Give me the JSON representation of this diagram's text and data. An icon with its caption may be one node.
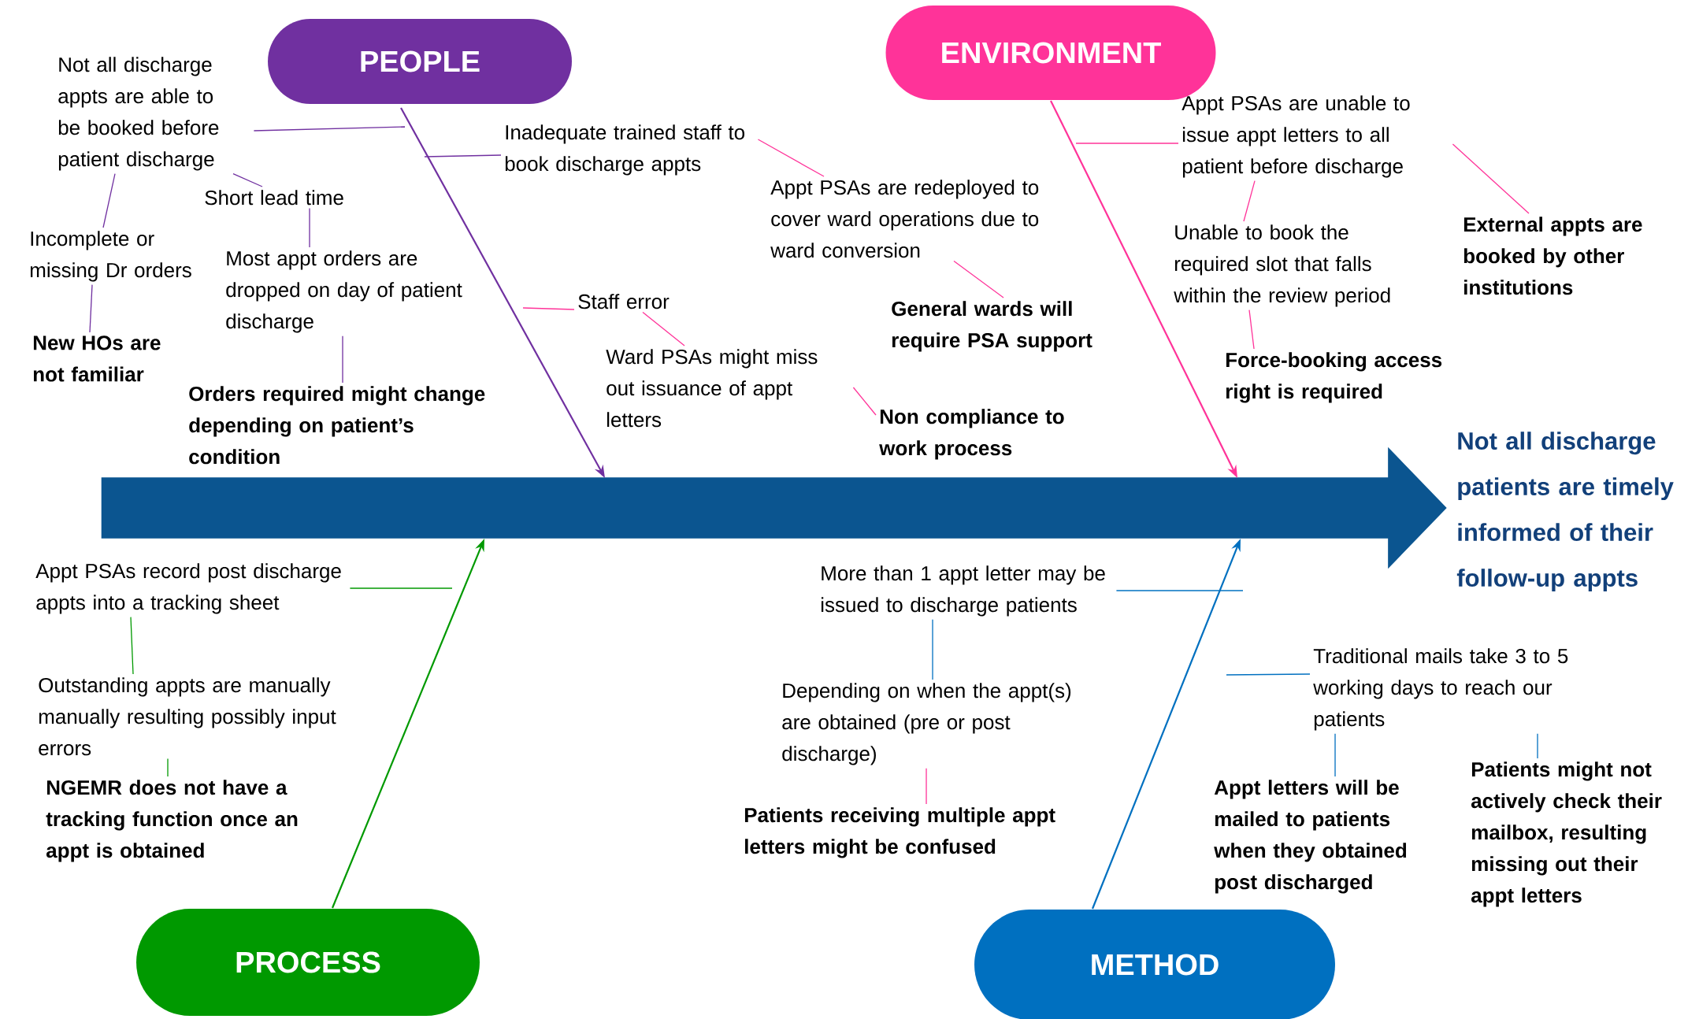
{
  "diagram": {
    "nodes": [
      {
        "text": [
          "PEOPLE"
        ]
      },
      {
        "text": [
          "ENVIRONMENT"
        ]
      },
      {
        "text": [
          "PROCESS"
        ]
      },
      {
        "text": [
          "METHOD"
        ]
      },
      {
        "text": [],
        "shape": "arrow",
        "beside": [
          "Not all discharge patients are timely informed of their follow-up appts"
        ]
      },
      {
        "text": [
          "Not all discharge appts are able to be booked before patient discharge"
        ]
      },
      {
        "text": [
          "Short lead time"
        ]
      },
      {
        "text": [
          "Incomplete or missing Dr orders"
        ]
      },
      {
        "text": [
          "Most appt orders are dropped on day of patient discharge"
        ]
      },
      {
        "text": [
          "New HOs are not familiar"
        ]
      },
      {
        "text": [
          "Orders required might change depending on patient’s condition"
        ]
      },
      {
        "text": [
          "Inadequate trained staff to book discharge appts"
        ]
      },
      {
        "text": [
          "Staff error"
        ]
      },
      {
        "text": [
          "Ward PSAs might miss out issuance of appt letters"
        ]
      },
      {
        "text": [
          "Non compliance to work process"
        ]
      },
      {
        "text": [
          "Appt PSAs are redeployed to cover ward operations due to ward conversion"
        ]
      },
      {
        "text": [
          "General wards will require PSA support"
        ]
      },
      {
        "text": [
          "Appt PSAs are unable to issue appt letters to all patient before discharge"
        ]
      },
      {
        "text": [
          "Unable to book the required slot that falls within the review period"
        ]
      },
      {
        "text": [
          "Force-booking access right is required"
        ]
      },
      {
        "text": [
          "External appts are booked by other institutions"
        ]
      },
      {
        "text": [
          "Appt PSAs record post discharge appts into a tracking sheet"
        ]
      },
      {
        "text": [
          "Outstanding appts are manually manually resulting possibly input errors"
        ]
      },
      {
        "text": [
          "NGEMR does not have a tracking function once an appt is obtained"
        ]
      },
      {
        "text": [
          "More than 1 appt letter may be issued to discharge patients"
        ]
      },
      {
        "text": [
          "Depending on when the appt(s) are obtained (pre or post discharge)"
        ]
      },
      {
        "text": [
          "Patients receiving multiple appt letters might be confused"
        ]
      },
      {
        "text": [
          "Traditional mails take 3 to 5 working days to reach our patients"
        ]
      },
      {
        "text": [
          "Appt letters will be mailed to patients when they obtained post discharged"
        ]
      },
      {
        "text": [
          "Patients might not actively check their mailbox, resulting missing out their appt letters"
        ]
      }
    ],
    "edges": [
      {
        "from": 0,
        "to": 4,
        "arrow": "to",
        "color": "#7030a0"
      },
      {
        "from": 1,
        "to": 4,
        "arrow": "to"
      },
      {
        "from": 2,
        "to": 4,
        "arrow": "to",
        "color": "#009900"
      },
      {
        "from": 3,
        "to": 4,
        "arrow": "to",
        "color": "#0070c0"
      },
      {
        "from": 5,
        "to": null,
        "arrow": "none",
        "color": "#7030a0"
      },
      {
        "from": 11,
        "to": null,
        "arrow": "none",
        "color": "#7030a0"
      },
      {
        "from": 6,
        "to": 5,
        "arrow": "none",
        "color": "#7030a0"
      },
      {
        "from": 7,
        "to": 5,
        "arrow": "none",
        "color": "#7030a0"
      },
      {
        "from": 9,
        "to": 7,
        "arrow": "none",
        "color": "#7030a0"
      },
      {
        "from": 8,
        "to": 6,
        "arrow": "none",
        "color": "#7030a0"
      },
      {
        "from": 10,
        "to": 8,
        "arrow": "none",
        "color": "#7030a0"
      },
      {
        "from": 12,
        "to": null,
        "arrow": "none"
      },
      {
        "from": 13,
        "to": 12,
        "arrow": "none"
      },
      {
        "from": 14,
        "to": 13,
        "arrow": "none"
      },
      {
        "from": 15,
        "to": 11,
        "arrow": "none"
      },
      {
        "from": 16,
        "to": 15,
        "arrow": "none"
      },
      {
        "from": 17,
        "to": null,
        "arrow": "none"
      },
      {
        "from": 18,
        "to": 17,
        "arrow": "none"
      },
      {
        "from": 19,
        "to": 18,
        "arrow": "none"
      },
      {
        "from": 20,
        "to": 17,
        "arrow": "none"
      },
      {
        "from": 21,
        "to": null,
        "arrow": "none",
        "color": "#009900"
      },
      {
        "from": 22,
        "to": 21,
        "arrow": "none",
        "color": "#009900"
      },
      {
        "from": 23,
        "to": 22,
        "arrow": "none",
        "color": "#009900"
      },
      {
        "from": 24,
        "to": null,
        "arrow": "none",
        "color": "#0070c0"
      },
      {
        "from": 25,
        "to": 24,
        "arrow": "none",
        "color": "#0070c0"
      },
      {
        "from": 26,
        "to": 25,
        "arrow": "none"
      },
      {
        "from": 27,
        "to": null,
        "arrow": "none",
        "color": "#0070c0"
      },
      {
        "from": 28,
        "to": 27,
        "arrow": "none",
        "color": "#0070c0"
      },
      {
        "from": 29,
        "to": 27,
        "arrow": "none",
        "color": "#0070c0"
      }
    ]
  }
}
